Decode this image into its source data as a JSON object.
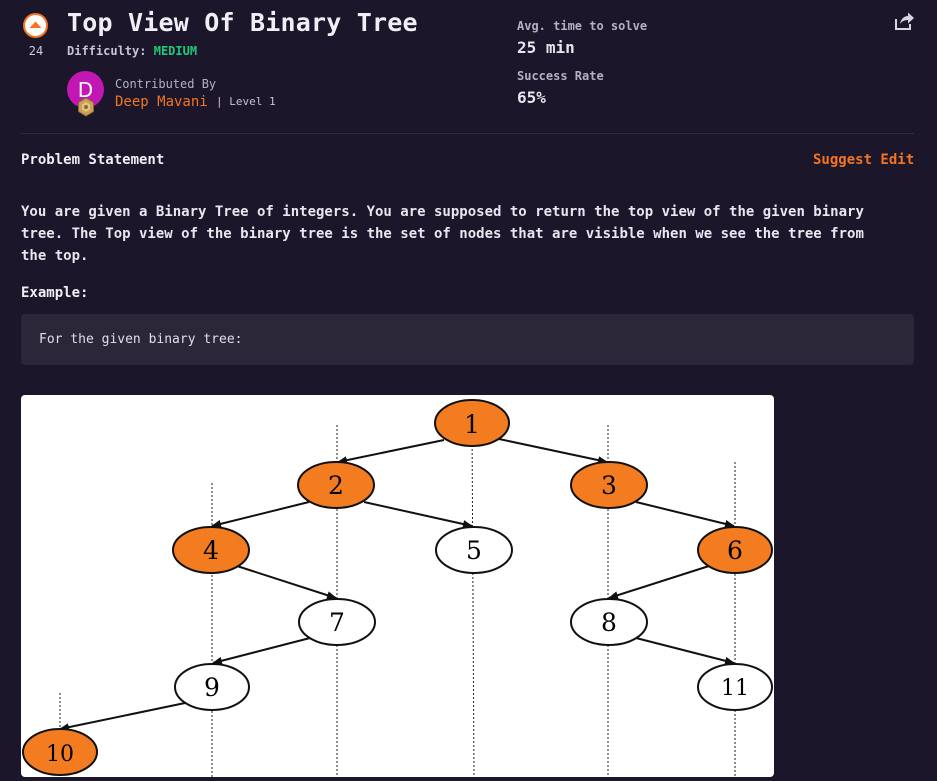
{
  "upvote": {
    "count": "24"
  },
  "problem": {
    "title": "Top View Of Binary Tree",
    "difficulty_label": "Difficulty:",
    "difficulty_value": "MEDIUM"
  },
  "contributor": {
    "label": "Contributed By",
    "initial": "D",
    "name": "Deep Mavani",
    "level": "| Level 1"
  },
  "stats": {
    "avg_time_label": "Avg. time to solve",
    "avg_time_value": "25 min",
    "success_label": "Success Rate",
    "success_value": "65%"
  },
  "section": {
    "title": "Problem Statement",
    "suggest_edit": "Suggest Edit"
  },
  "statement": {
    "line1": "You are given a Binary Tree of integers. You are supposed to return the top view of the given binary",
    "line2": "tree. The Top view of the binary tree is the set of nodes that are visible when we see the tree from",
    "line3": "the top."
  },
  "example": {
    "label": "Example:",
    "code": "For the given binary tree:"
  },
  "tree": {
    "highlight_color": "#f47c20",
    "nodes": [
      "1",
      "2",
      "3",
      "4",
      "5",
      "6",
      "7",
      "8",
      "9",
      "10",
      "11"
    ],
    "top_view_nodes": [
      "1",
      "2",
      "3",
      "4",
      "6",
      "10"
    ]
  },
  "colors": {
    "background": "#1b1629",
    "accent": "#f47421",
    "medium": "#1ec977",
    "avatar": "#c217b3"
  },
  "icons": {
    "upvote": "upvote-icon",
    "share": "share-icon",
    "badge": "level-badge-icon"
  }
}
